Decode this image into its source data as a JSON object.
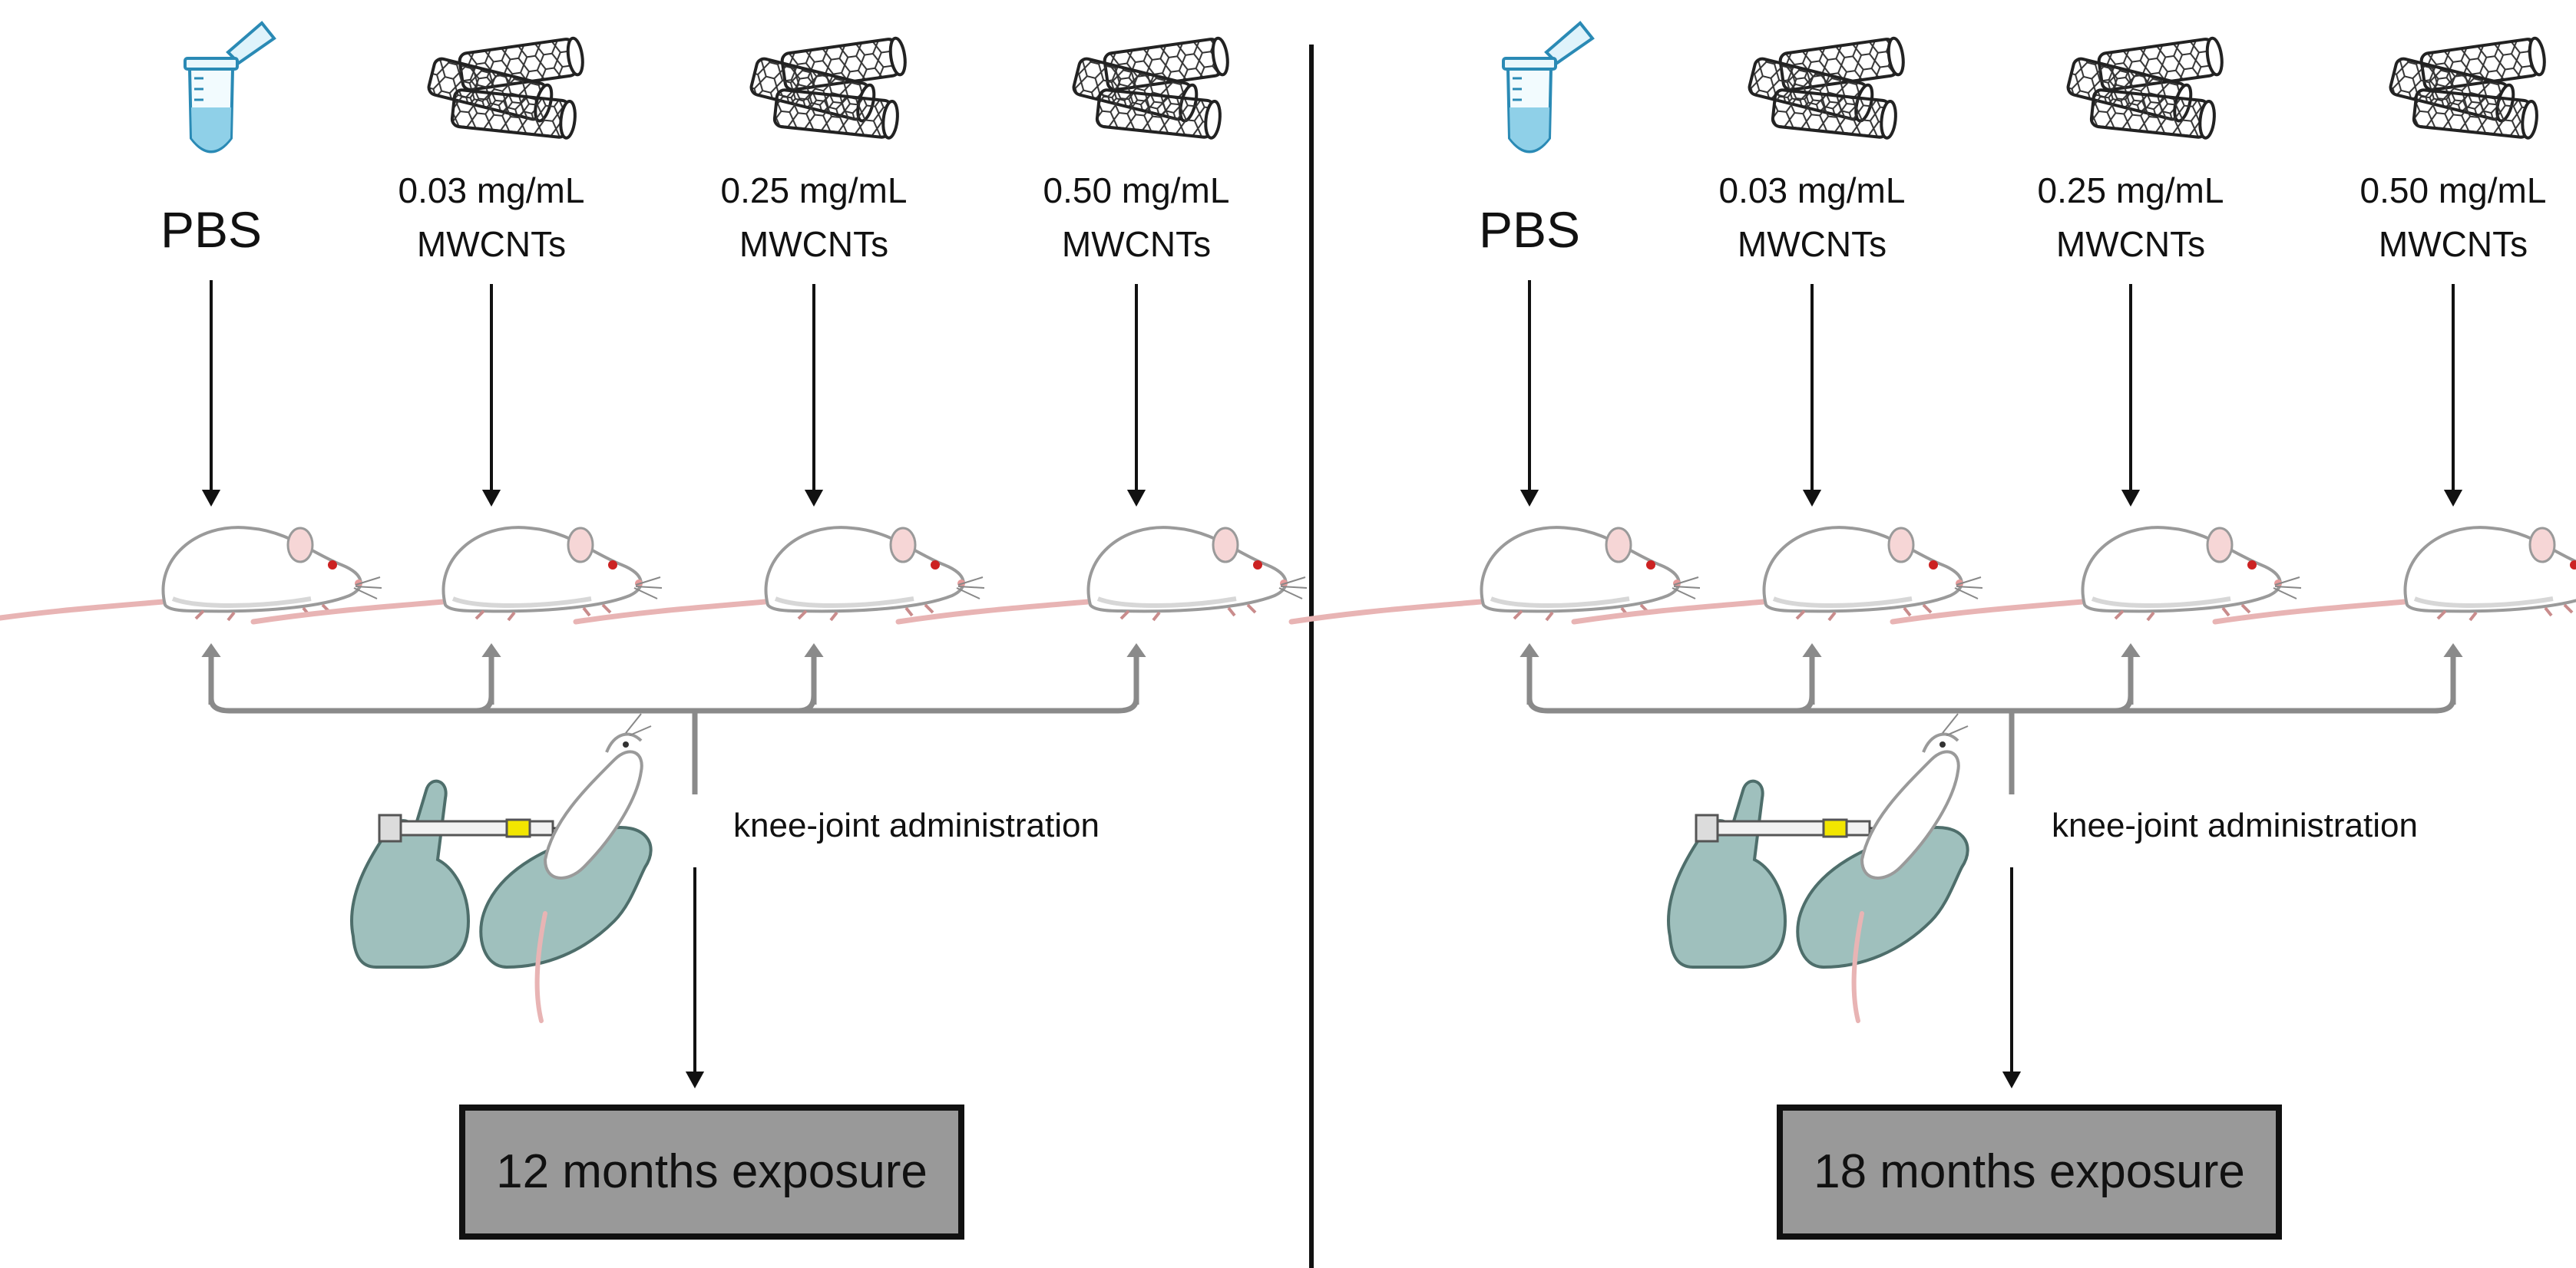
{
  "panels": [
    {
      "groups": [
        {
          "line1": "PBS",
          "line2": "",
          "icon": "tube-icon"
        },
        {
          "line1": "0.03 mg/mL",
          "line2": "MWCNTs",
          "icon": "nanotube-icon"
        },
        {
          "line1": "0.25 mg/mL",
          "line2": "MWCNTs",
          "icon": "nanotube-icon"
        },
        {
          "line1": "0.50 mg/mL",
          "line2": "MWCNTs",
          "icon": "nanotube-icon"
        }
      ],
      "administration_label": "knee-joint administration",
      "exposure_label": "12 months exposure"
    },
    {
      "groups": [
        {
          "line1": "PBS",
          "line2": "",
          "icon": "tube-icon"
        },
        {
          "line1": "0.03 mg/mL",
          "line2": "MWCNTs",
          "icon": "nanotube-icon"
        },
        {
          "line1": "0.25 mg/mL",
          "line2": "MWCNTs",
          "icon": "nanotube-icon"
        },
        {
          "line1": "0.50 mg/mL",
          "line2": "MWCNTs",
          "icon": "nanotube-icon"
        }
      ],
      "administration_label": "knee-joint administration",
      "exposure_label": "18 months exposure"
    }
  ],
  "colors": {
    "arrow_gray": "#8a8a8a",
    "box_fill": "#999999",
    "glove": "#9fc0bd",
    "pbs_liquid": "#8fd0e8",
    "rat_tail": "#e8b4b4",
    "rat_eye": "#cc2222"
  }
}
